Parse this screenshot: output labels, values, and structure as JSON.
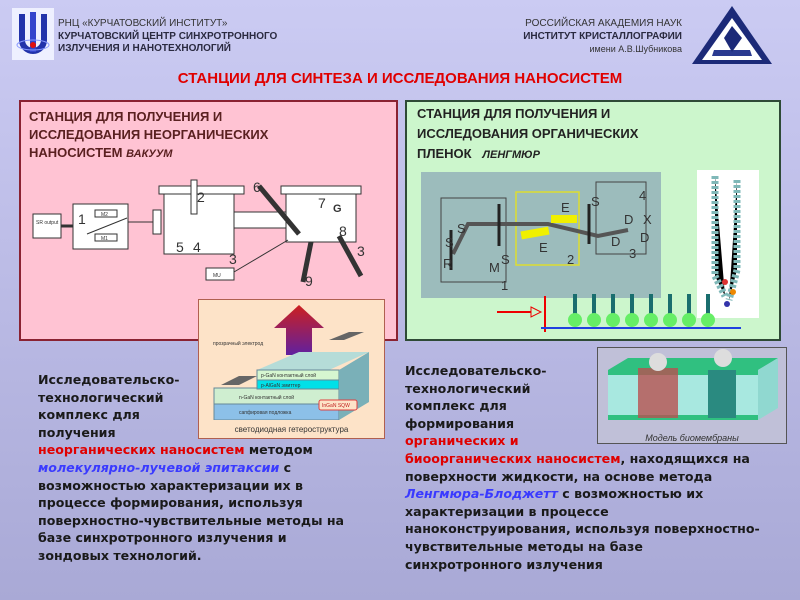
{
  "header": {
    "left_org_line1": "РНЦ «КУРЧАТОВСКИЙ ИНСТИТУТ»",
    "left_org_line2": "КУРЧАТОВСКИЙ ЦЕНТР СИНХРОТРОННОГО",
    "left_org_line3": "ИЗЛУЧЕНИЯ И НАНОТЕХНОЛОГИЙ",
    "right_org_line1": "РОССИЙСКАЯ АКАДЕМИЯ НАУК",
    "right_org_line2": "ИНСТИТУТ КРИСТАЛЛОГРАФИИ",
    "right_org_line3": "имени А.В.Шубникова"
  },
  "title": "СТАНЦИИ ДЛЯ СИНТЕЗА И ИССЛЕДОВАНИЯ НАНОСИСТЕМ",
  "left_panel": {
    "title_lines": [
      "СТАНЦИЯ ДЛЯ ПОЛУЧЕНИЯ И",
      "ИССЛЕДОВАНИЯ НЕОРГАНИЧЕСКИХ",
      "НАНОСИСТЕМ"
    ],
    "title_tag": "ВАКУУМ",
    "diagram_labels": {
      "sr": "SR output",
      "n1": "1",
      "n2": "2",
      "n3": "3",
      "n3b": "3",
      "n4": "4",
      "n5": "5",
      "n6": "6",
      "n7": "7",
      "n8": "8",
      "n9": "9",
      "g": "G",
      "m2": "M2",
      "m1": "M1",
      "mu": "MU"
    },
    "inset_caption": "светодиодная гетероструктура",
    "inset_labels": {
      "electrode": "прозрачный электрод",
      "p_layer": "p-GaN контактный слой",
      "algan": "p-AlGaN эмиттер",
      "n_layer": "n-GaN контактный слой",
      "substrate": "сапфировая подложка",
      "sqw": "InGaN SQW"
    }
  },
  "right_panel": {
    "title_lines": [
      "СТАНЦИЯ ДЛЯ ПОЛУЧЕНИЯ И",
      "ИССЛЕДОВАНИЯ ОРГАНИЧЕСКИХ",
      "ПЛЕНОК"
    ],
    "title_tag": "ЛЕНГМЮР",
    "diagram_labels": {
      "s1": "S",
      "s2": "S",
      "s3": "S",
      "s4": "S",
      "r": "R",
      "m": "M",
      "e1": "E",
      "e2": "E",
      "d1": "D",
      "d2": "D",
      "d3": "D",
      "x": "X",
      "n1": "1",
      "n2": "2",
      "n3": "3",
      "n4": "4"
    }
  },
  "biomembrane_caption": "Модель биомембраны",
  "left_text": {
    "lines": [
      "Исследовательско-",
      "технологический",
      "комплекс  для",
      "получения"
    ],
    "red": "неорганических наносистем",
    "after_red": " методом",
    "blue": "молекулярно-лучевой эпитаксии",
    "after_blue": " с",
    "tail": [
      "возможностью характеризации  их в",
      "процессе формирования, используя",
      "поверхностно-чувствительные методы на",
      "базе синхротронного излучения и",
      "зондовых технологий."
    ]
  },
  "right_text": {
    "lines": [
      "Исследовательско-",
      "технологический",
      "комплекс для",
      "формирования"
    ],
    "red1": "органических и",
    "red2": "биоорганических наносистем",
    "after_red": ", находящихся на",
    "line7": "поверхности жидкости, на основе метода",
    "blue": "Ленгмюра-Блоджетт",
    "after_blue": " с возможностью их",
    "tail": [
      "характеризации в процессе",
      "наноконструирования, используя поверхностно-",
      "чувствительные методы на базе",
      "синхротронного излучения"
    ]
  }
}
